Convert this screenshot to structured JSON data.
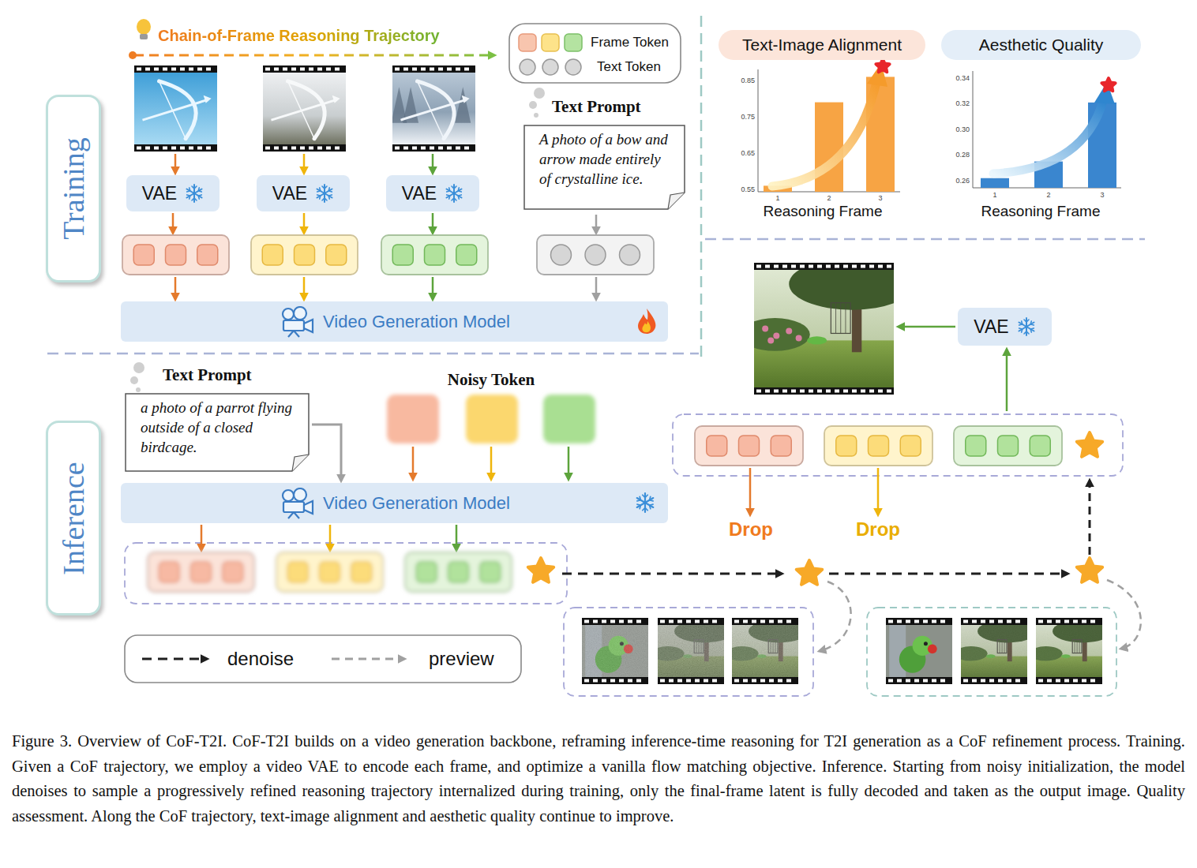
{
  "diagram": {
    "caption": "Figure 3. Overview of CoF-T2I. CoF-T2I builds on a video generation backbone, reframing inference-time reasoning for T2I generation as a CoF refinement process. Training. Given a CoF trajectory, we employ a video VAE to encode each frame, and optimize a vanilla flow matching objective. Inference. Starting from noisy initialization, the model denoises to sample a progressively refined reasoning trajectory internalized during training, only the final-frame latent is fully decoded and taken as the output image. Quality assessment. Along the CoF trajectory, text-image alignment and aesthetic quality continue to improve.",
    "nodes": [
      {
        "text": [
          "Training"
        ]
      },
      {
        "text": [
          "VAE"
        ]
      },
      {
        "text": [
          "VAE"
        ]
      },
      {
        "text": [
          "VAE"
        ]
      },
      {
        "text": [
          "Text Prompt",
          "A photo of a bow and arrow made entirely of crystalline ice."
        ]
      },
      {
        "text": [
          "Video Generation Model"
        ]
      },
      {
        "text": [
          "Text-Image Alignment"
        ]
      },
      {
        "text": [
          "Aesthetic Quality"
        ]
      },
      {
        "text": [
          "Inference"
        ]
      },
      {
        "text": [
          "Text Prompt",
          "a photo of a parrot flying outside of a closed birdcage."
        ]
      },
      {
        "text": [
          "Video Generation Model"
        ]
      },
      {
        "text": [
          "VAE"
        ]
      }
    ],
    "edges": [
      {
        "from": 9,
        "to": 10,
        "arrow": "to"
      }
    ],
    "labels": [
      "Chain-of-Frame Reasoning Trajectory",
      "0.55",
      "0.65",
      "0.75",
      "0.85",
      "1",
      "2",
      "3",
      "Reasoning Frame",
      "0.26",
      "0.28",
      "0.30",
      "0.32",
      "0.34",
      "1",
      "2",
      "3",
      "Reasoning Frame",
      "Noisy Token",
      "Drop",
      "Drop"
    ],
    "legend": [
      {
        "text": "Frame Token"
      },
      {
        "text": "Text Token"
      },
      {
        "text": "denoise"
      },
      {
        "text": "preview"
      }
    ]
  }
}
